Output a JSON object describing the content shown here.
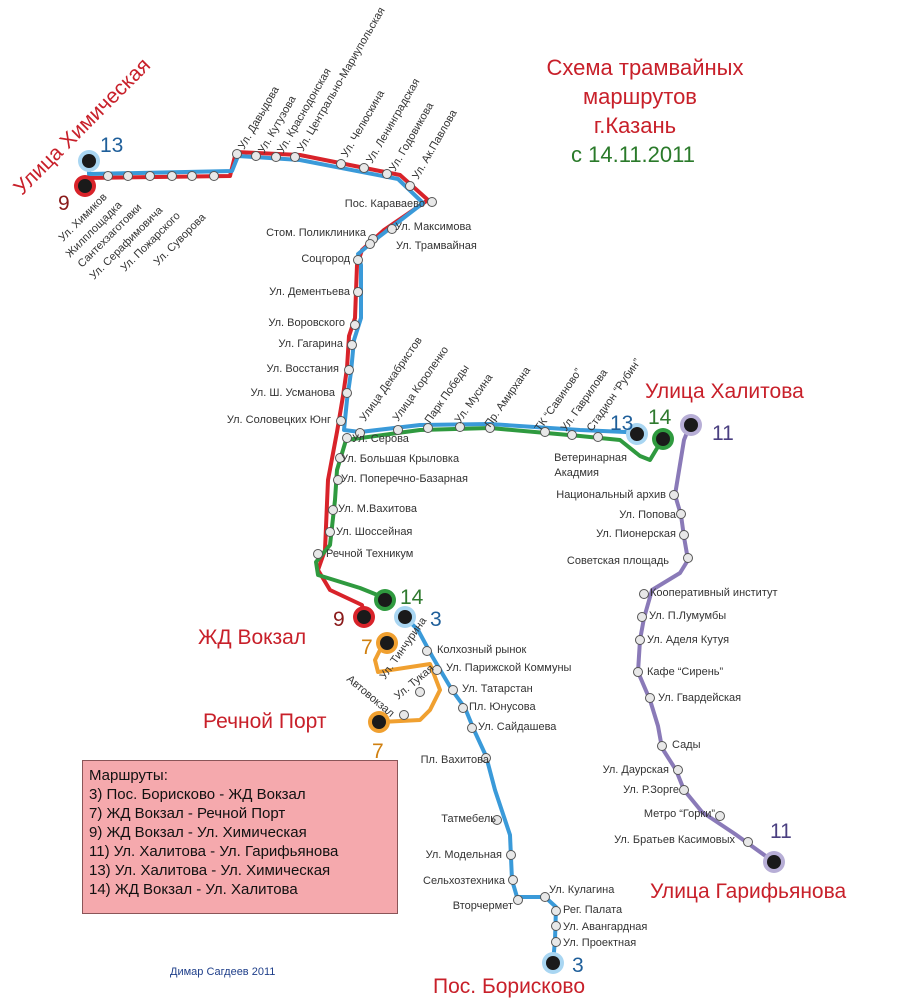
{
  "title": {
    "line1": "Схема трамвайных",
    "line2": "маршрутов",
    "line3": "г.Казань",
    "date": "с 14.11.2011"
  },
  "colors": {
    "route_3": "#3a9ad9",
    "route_7": "#f0a030",
    "route_9": "#d8232a",
    "route_11": "#8a7ab8",
    "route_13": "#3a9ad9",
    "route_14": "#2f9a3f",
    "title_red": "#c8202a",
    "title_green": "#2a7a2a"
  },
  "terminals": {
    "khimicheskaya": "Улица Химическая",
    "khalitova": "Улица Халитова",
    "vokzal": "ЖД Вокзал",
    "rechnoy_port": "Речной Порт",
    "garifyanova": "Улица Гарифьянова",
    "boriskovo": "Пос. Борисково"
  },
  "route_badges": {
    "khim_9": "9",
    "khim_13": "13",
    "khal_13": "13",
    "khal_14": "14",
    "khal_11": "11",
    "vok_9": "9",
    "vok_14": "14",
    "vok_3": "3",
    "vok_7": "7",
    "port_7": "7",
    "gar_11": "11",
    "bor_3": "3"
  },
  "stops": {
    "khimikov": "Ул. Химиков",
    "zhilploshchadka": "Жилплощадка",
    "santekhzagotovki": "Сантехзаготовки",
    "serafimovicha": "Ул. Серафимовича",
    "pozharskogo": "Ул. Пожарского",
    "suvorova": "Ул. Суворова",
    "davydova": "Ул. Давыдова",
    "kutuzova": "Ул. Кутузова",
    "krasnodonskaya": "Ул. Краснодонская",
    "tsentralno": "Ул. Центрально-Мариупольская",
    "chelyuskina": "Ул. Челюскина",
    "leningradskaya": "Ул. Ленинградская",
    "godovikova": "Ул. Годовикова",
    "ak_pavlova": "Ул. Ак.Павлова",
    "karavaevo": "Пос. Караваево",
    "maksimova": "Ул. Максимова",
    "tramvaynaya": "Ул. Трамвайная",
    "stom_poliklinika": "Стом. Поликлиника",
    "sotsgorod": "Соцгород",
    "dementeva": "Ул. Дементьева",
    "vorovskogo": "Ул. Воровского",
    "gagarina": "Ул. Гагарина",
    "vosstaniya": "Ул. Восстания",
    "usmanova": "Ул. Ш. Усманова",
    "solovetskikh": "Ул. Соловецких Юнг",
    "dekabristov": "Улица Декабристов",
    "korolenko": "Улица Короленко",
    "park_pobedy": "Парк Победы",
    "musina": "Ул. Мусина",
    "amirkhana": "Пр. Амирхана",
    "savinovo": "ТК “Савиново”",
    "gavrilova": "Ул. Гаврилова",
    "rubin": "Стадион “Рубин”",
    "serova": "Ул. Серова",
    "bolshaya_krylovka": "Ул. Большая Крыловка",
    "poperechno": "Ул. Поперечно-Базарная",
    "vet_academy_1": "Ветеринарная",
    "vet_academy_2": "Акадмия",
    "nats_arkhiv": "Национальный архив",
    "popova": "Ул. Попова",
    "pionerskaya": "Ул. Пионерская",
    "sovetskaya": "Советская площадь",
    "kooperativny": "Кооперативный институт",
    "lumumby": "Ул. П.Лумумбы",
    "kutuya": "Ул. Аделя Кутуя",
    "sirenj": "Кафе “Сирень”",
    "gvardeyskaya": "Ул. Гвардейская",
    "sady": "Сады",
    "daurskaya": "Ул. Даурская",
    "zorge": "Ул. Р.Зорге",
    "gorki": "Метро “Горки”",
    "kasimovykh": "Ул. Братьев Касимовых",
    "m_vakhitova": "Ул. М.Вахитова",
    "shosseynaya": "Ул. Шоссейная",
    "rechnoy_tekhnikum": "Речной Техникум",
    "kolkhozny": "Колхозный рынок",
    "parizhskoy": "Ул. Парижской Коммуны",
    "tatarstan": "Ул. Татарстан",
    "yunusova": "Пл. Юнусова",
    "saydasheva": "Ул. Сайдашева",
    "pl_vakhitova": "Пл. Вахитова",
    "tatmebel": "Татмебель",
    "modelnaya": "Ул. Модельная",
    "selkhoztekhnika": "Сельхозтехника",
    "vtorchermet": "Вторчермет",
    "kulagina": "Ул. Кулагина",
    "reg_palata": "Рег. Палата",
    "avangardnaya": "Ул. Авангардная",
    "proektnaya": "Ул. Проектная",
    "tinchurina": "Ул. Тинчурина",
    "tukaya": "Ул. Тукая",
    "avtovokzal": "Автовокзал"
  },
  "legend": {
    "title": "Маршруты:",
    "routes": [
      "3) Пос. Борисково - ЖД Вокзал",
      "7) ЖД Вокзал - Речной Порт",
      "9) ЖД Вокзал - Ул. Химическая",
      "11) Ул. Халитова - Ул. Гарифьянова",
      "13) Ул. Халитова - Ул. Химическая",
      "14) ЖД Вокзал - Ул. Халитова"
    ]
  },
  "author": "Димар Сагдеев 2011"
}
